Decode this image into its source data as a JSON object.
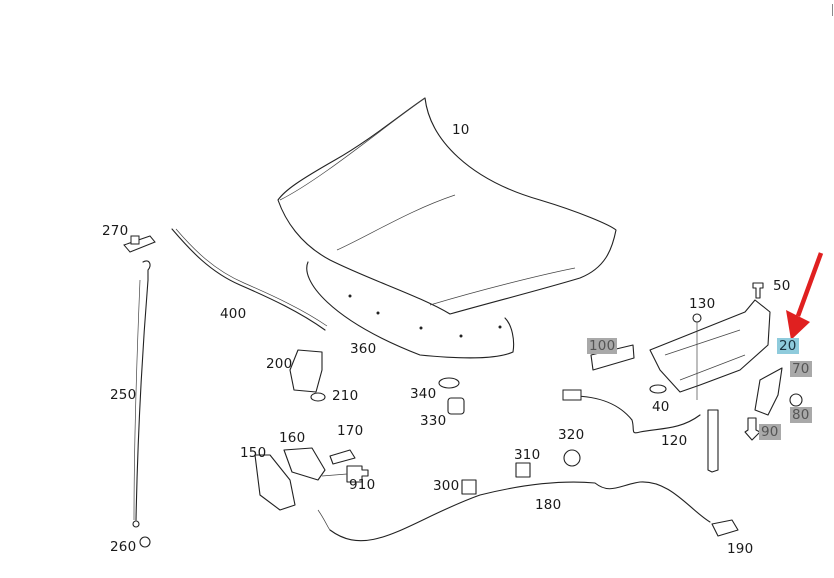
{
  "diagram": {
    "title": "Hood / Bonnet assembly parts diagram",
    "highlight_colors": {
      "selected": "#8fcbdc",
      "related": "#a9a9a9",
      "arrow": "#e02020"
    },
    "labels": {
      "p10": "10",
      "p20": "20",
      "p40": "40",
      "p50": "50",
      "p70": "70",
      "p80": "80",
      "p90": "90",
      "p100": "100",
      "p120": "120",
      "p130": "130",
      "p150": "150",
      "p160": "160",
      "p170": "170",
      "p180": "180",
      "p190": "190",
      "p200": "200",
      "p210": "210",
      "p250": "250",
      "p260": "260",
      "p270": "270",
      "p300": "300",
      "p310": "310",
      "p320": "320",
      "p330": "330",
      "p340": "340",
      "p360": "360",
      "p400": "400",
      "p910": "910"
    },
    "selected_part": "20",
    "related_parts": [
      "70",
      "80",
      "90",
      "100"
    ]
  }
}
